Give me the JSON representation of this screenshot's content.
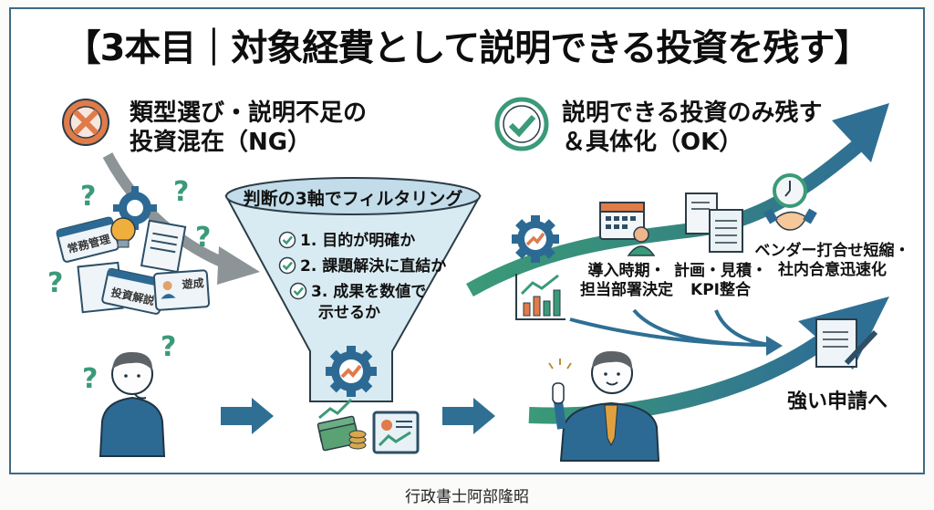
{
  "title": "【3本目｜対象経費として説明できる投資を残す】",
  "left_section": {
    "status": "NG",
    "icon": "x-circle-icon",
    "heading_line1": "類型選び・説明不足の",
    "heading_line2": "投資混在（NG）",
    "scattered_doc_labels": [
      "常務管理",
      "投資解説",
      "遊成"
    ]
  },
  "funnel": {
    "title": "判断の3軸でフィルタリング",
    "criteria": [
      {
        "label": "1. 目的が明確か"
      },
      {
        "label": "2. 課題解決に直結か"
      },
      {
        "label": "3. 成果を数値で",
        "label_line2": "示せるか"
      }
    ]
  },
  "right_section": {
    "status": "OK",
    "icon": "check-circle-icon",
    "heading_line1": "説明できる投資のみ残す",
    "heading_line2": "＆具体化（OK）",
    "steps": [
      {
        "icon": "calendar-person-icon",
        "line1": "導入時期・",
        "line2": "担当部署決定"
      },
      {
        "icon": "documents-icon",
        "line1": "計画・見積・",
        "line2": "KPI整合"
      },
      {
        "icon": "clock-handshake-icon",
        "line1": "ベンダー打合せ短縮・",
        "line2": "社内合意迅速化"
      }
    ],
    "result": "強い申請へ"
  },
  "colors": {
    "frame": "#3d6a86",
    "ng_orange": "#e07b4a",
    "ok_green": "#4aa57a",
    "arrow_blue": "#2f6f94",
    "path_green": "#3b9a78",
    "funnel_fill": "#d9ebf2",
    "gear_blue": "#2c6a94"
  },
  "footer": "行政書士阿部隆昭"
}
